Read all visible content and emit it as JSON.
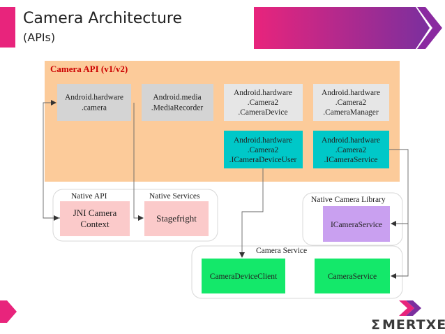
{
  "slide": {
    "title": "Camera Architecture",
    "subtitle": "(APIs)"
  },
  "colors": {
    "accent_pink": "#e8247c",
    "accent_purple": "#7b2f9e",
    "api_panel": "#fccb9a",
    "grey_node": "#d4d4d4",
    "light_grey_node": "#e6e6e6",
    "cyan_node": "#00c8c8",
    "pink_node": "#fbcaca",
    "lavender_node": "#c9a0f0",
    "green_node": "#14e86a"
  },
  "diagram": {
    "api_panel_label": "Camera API (v1/v2)",
    "groups": {
      "native_api": "Native API",
      "native_services": "Native Services",
      "native_camera_library": "Native Camera Library",
      "camera_service": "Camera Service"
    },
    "nodes": {
      "android_hardware_camera": [
        "Android.hardware",
        ".camera"
      ],
      "media_recorder": [
        "Android.media",
        ".MediaRecorder"
      ],
      "camera_device": [
        "Android.hardware",
        ".Camera2",
        ".CameraDevice"
      ],
      "camera_manager": [
        "Android.hardware",
        ".Camera2",
        ".CameraManager"
      ],
      "icamera_device_user": [
        "Android.hardware",
        ".Camera2",
        ".ICameraDeviceUser"
      ],
      "icamera_service_api": [
        "Android.hardware",
        ".Camera2",
        ".ICameraService"
      ],
      "jni_camera_context": [
        "JNI Camera",
        "Context"
      ],
      "stagefright": [
        "Stagefright"
      ],
      "icamera_service_lib": [
        "ICameraService"
      ],
      "camera_device_client": [
        "CameraDeviceClient"
      ],
      "camera_service": [
        "CameraService"
      ]
    }
  },
  "logo": {
    "symbol": "Σ",
    "text": "MERTXE"
  }
}
